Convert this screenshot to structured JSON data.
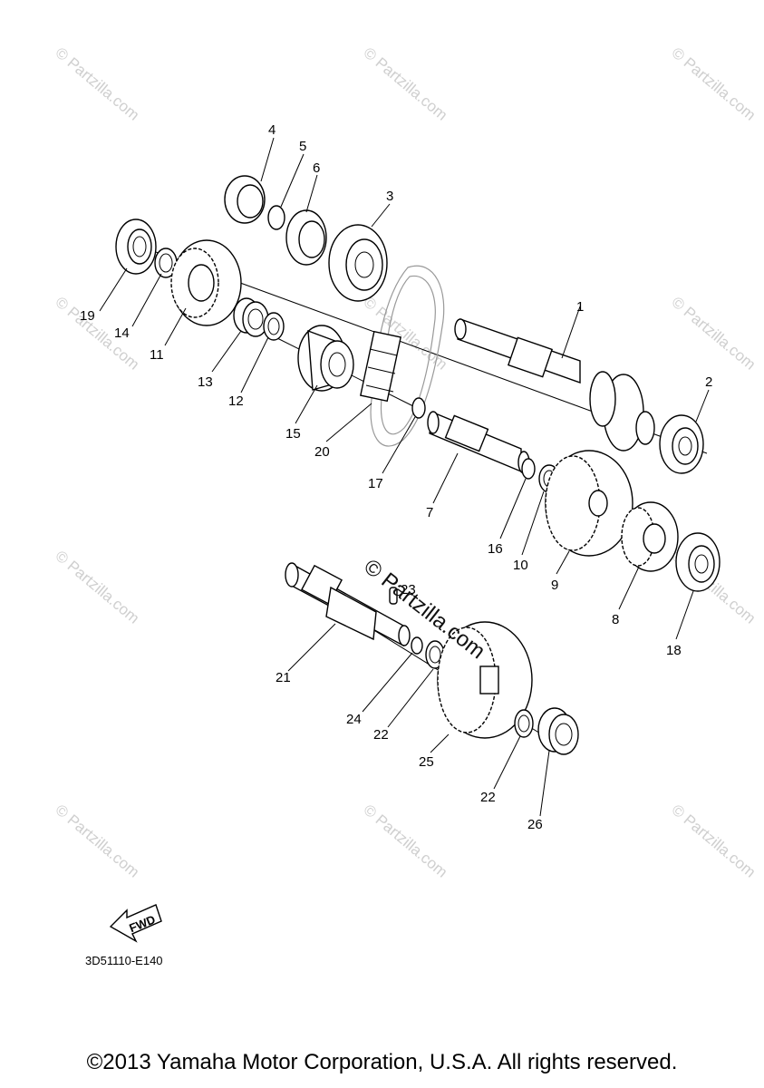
{
  "callouts": [
    "1",
    "2",
    "3",
    "4",
    "5",
    "6",
    "7",
    "8",
    "9",
    "10",
    "11",
    "12",
    "13",
    "14",
    "15",
    "16",
    "17",
    "18",
    "19",
    "20",
    "21",
    "22",
    "22",
    "23",
    "24",
    "25",
    "26"
  ],
  "watermark": {
    "small": "© Partzilla.com",
    "big": "© Partzilla.com"
  },
  "fwd_label": "FWD",
  "diagram_code": "3D51110-E140",
  "copyright": "©2013 Yamaha Motor Corporation, U.S.A. All rights reserved.",
  "colors": {
    "line": "#000000",
    "watermark": "#cfcfcf",
    "chain": "#999999",
    "background": "#ffffff"
  }
}
